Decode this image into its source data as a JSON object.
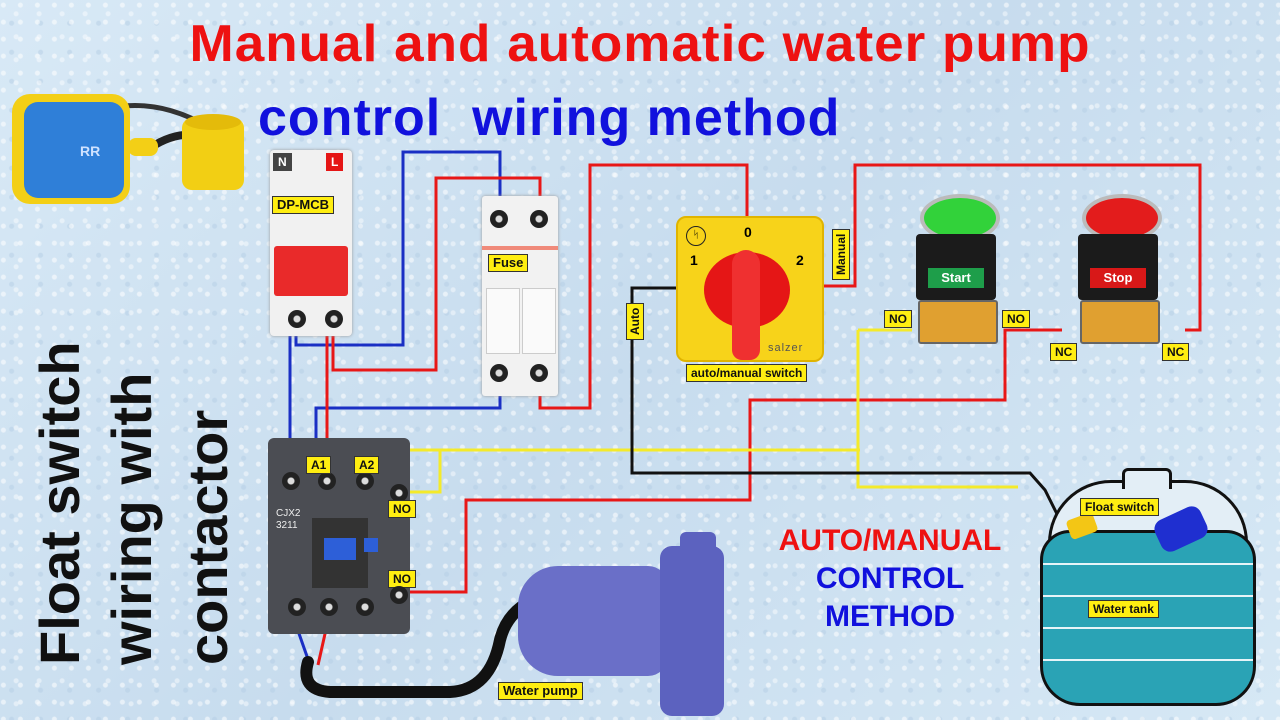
{
  "title": {
    "line1": "Manual and automatic water pump",
    "line2": "control  wiring method"
  },
  "side_title": {
    "line1": "Float switch",
    "line2": "wiring with",
    "line3": "contactor"
  },
  "colors": {
    "title_red": "#ee1111",
    "title_blue": "#1111dd",
    "wire_red": "#e81717",
    "wire_blue": "#1a2fc4",
    "wire_yellow": "#f4ea2a",
    "wire_black": "#111111",
    "tag_yellow": "#ffee11",
    "start_green": "#1e9e4a",
    "stop_red": "#d81818",
    "tank_water": "#2aa3b5"
  },
  "components": {
    "mcb": {
      "label": "DP-MCB",
      "neutral": "N",
      "line": "L"
    },
    "fuse": {
      "label": "Fuse"
    },
    "selector_switch": {
      "label": "auto/manual switch",
      "positions": [
        "1",
        "0",
        "2"
      ],
      "brand": "salzer",
      "auto_label": "Auto",
      "manual_label": "Manual"
    },
    "start_button": {
      "label": "Start",
      "terminal_left": "NO",
      "terminal_right": "NO"
    },
    "stop_button": {
      "label": "Stop",
      "terminal_left": "NC",
      "terminal_right": "NC"
    },
    "contactor": {
      "model_line1": "CJX2",
      "model_line2": "3211",
      "coil_a1": "A1",
      "coil_a2": "A2",
      "aux_no_top": "NO",
      "aux_no_bottom": "NO"
    },
    "pump": {
      "label": "Water pump"
    },
    "float_switch": {
      "label": "Float switch"
    },
    "tank": {
      "label": "Water tank"
    }
  },
  "method_caption": {
    "line1": "AUTO/MANUAL",
    "line2": "CONTROL",
    "line3": "METHOD"
  },
  "icons": {
    "float_switch_product": "float-switch-icon",
    "brand_logo": "lt-logo-icon"
  }
}
